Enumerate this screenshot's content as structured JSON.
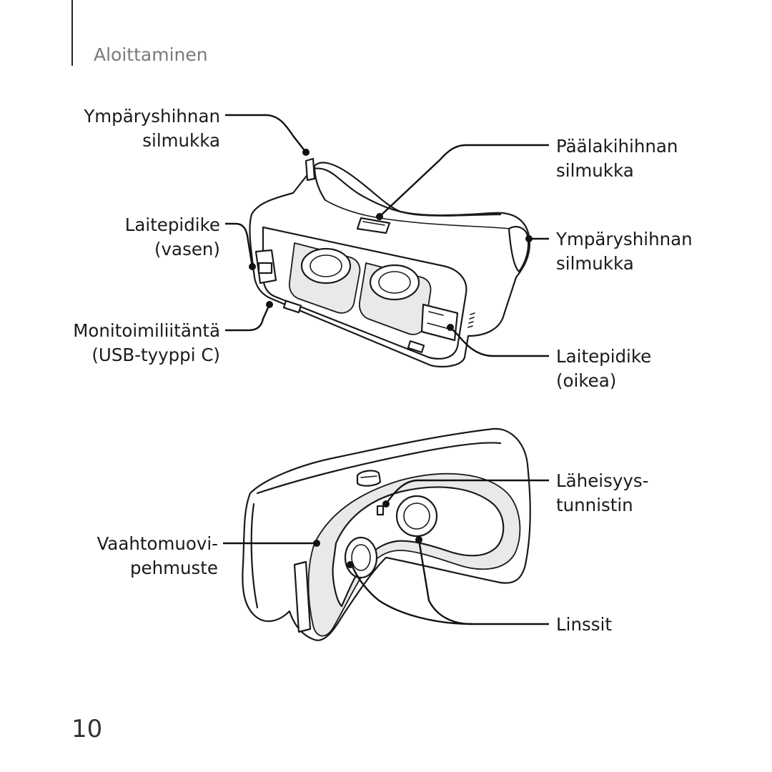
{
  "header": {
    "section_title": "Aloittaminen"
  },
  "labels": {
    "strap_loop_left": {
      "line1": "Ympäryshihnan",
      "line2": "silmukka"
    },
    "top_strap_loop": {
      "line1": "Päälakihihnan",
      "line2": "silmukka"
    },
    "holder_left": {
      "line1": "Laitepidike",
      "line2": "(vasen)"
    },
    "strap_loop_right": {
      "line1": "Ympäryshihnan",
      "line2": "silmukka"
    },
    "multi_port": {
      "line1": "Monitoimiliitäntä",
      "line2": "(USB-tyyppi C)"
    },
    "holder_right": {
      "line1": "Laitepidike",
      "line2": "(oikea)"
    },
    "proximity_sensor": {
      "line1": "Läheisyys-",
      "line2": "tunnistin"
    },
    "foam_cushion": {
      "line1": "Vaahtomuovi-",
      "line2": "pehmuste"
    },
    "lenses": {
      "line1": "Linssit"
    }
  },
  "footer": {
    "page_number": "10"
  },
  "icons": {
    "callout_dot": "callout-dot-icon"
  }
}
